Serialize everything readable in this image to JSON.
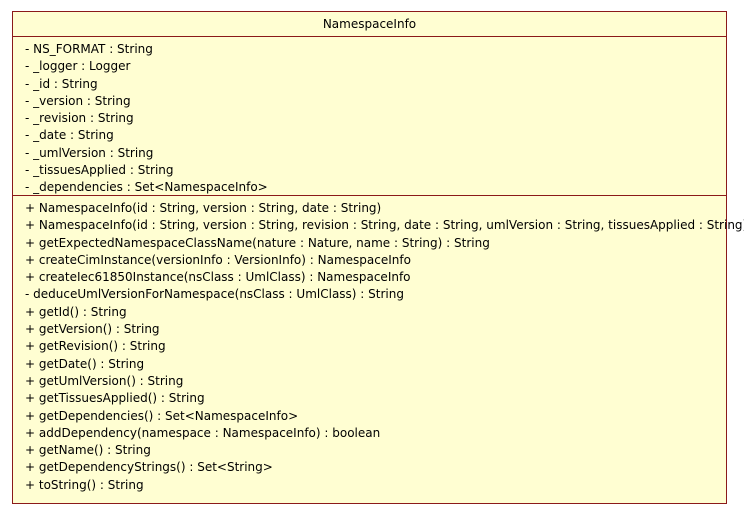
{
  "class": {
    "name": "NamespaceInfo",
    "attributes": [
      "- NS_FORMAT : String",
      "- _logger : Logger",
      "- _id : String",
      "- _version : String",
      "- _revision : String",
      "- _date : String",
      "- _umlVersion : String",
      "- _tissuesApplied : String",
      "- _dependencies : Set<NamespaceInfo>"
    ],
    "operations": [
      "+ NamespaceInfo(id : String, version : String, date : String)",
      "+ NamespaceInfo(id : String, version : String, revision : String, date : String, umlVersion : String, tissuesApplied : String)",
      "+ getExpectedNamespaceClassName(nature : Nature, name : String) : String",
      "+ createCimInstance(versionInfo : VersionInfo) : NamespaceInfo",
      "+ createIec61850Instance(nsClass : UmlClass) : NamespaceInfo",
      "- deduceUmlVersionForNamespace(nsClass : UmlClass) : String",
      "+ getId() : String",
      "+ getVersion() : String",
      "+ getRevision() : String",
      "+ getDate() : String",
      "+ getUmlVersion() : String",
      "+ getTissuesApplied() : String",
      "+ getDependencies() : Set<NamespaceInfo>",
      "+ addDependency(namespace : NamespaceInfo) : boolean",
      "+ getName() : String",
      "+ getDependencyStrings() : Set<String>",
      "+ toString() : String"
    ]
  },
  "colors": {
    "fill": "#fffed2",
    "border": "#8b1a1a",
    "text": "#000000"
  }
}
